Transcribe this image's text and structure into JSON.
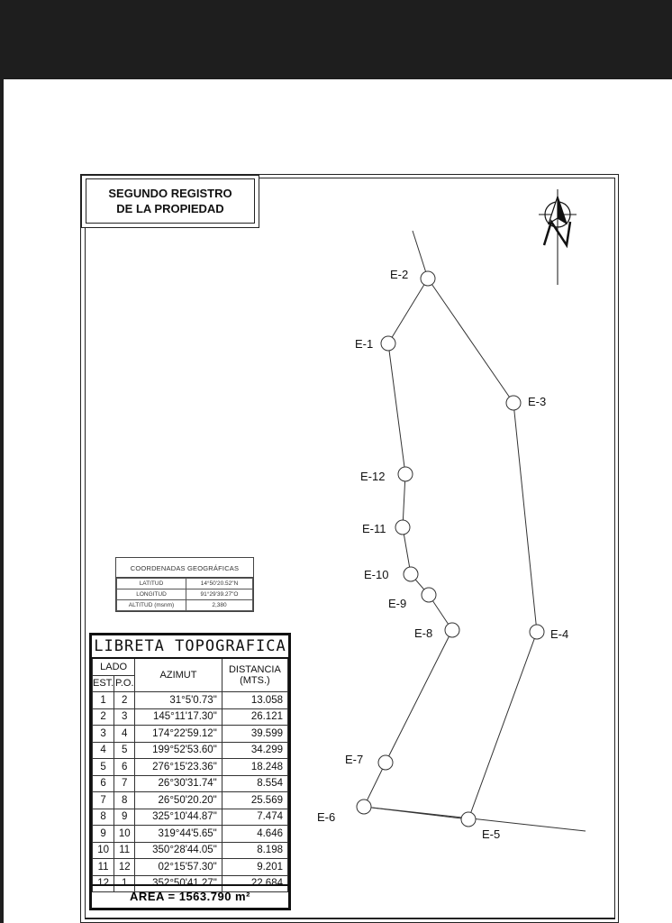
{
  "title": {
    "line1": "SEGUNDO REGISTRO",
    "line2": "DE  LA PROPIEDAD"
  },
  "coordinates": {
    "header": "COORDENADAS GEOGRÁFICAS",
    "rows": [
      {
        "label": "LATITUD",
        "value": "14°50'20.52\"N"
      },
      {
        "label": "LONGITUD",
        "value": "91°29'39.27\"O"
      },
      {
        "label": "ALTITUD (msnm)",
        "value": "2,380"
      }
    ]
  },
  "libreta": {
    "title": "LIBRETA TOPOGRAFICA",
    "headers": {
      "lado": "LADO",
      "est": "EST.",
      "po": "P.O.",
      "azimut": "AZIMUT",
      "distancia": "DISTANCIA",
      "units": "(MTS.)"
    },
    "rows": [
      {
        "est": "1",
        "po": "2",
        "azimut": "31°5'0.73\"",
        "dist": "13.058"
      },
      {
        "est": "2",
        "po": "3",
        "azimut": "145°11'17.30\"",
        "dist": "26.121"
      },
      {
        "est": "3",
        "po": "4",
        "azimut": "174°22'59.12\"",
        "dist": "39.599"
      },
      {
        "est": "4",
        "po": "5",
        "azimut": "199°52'53.60\"",
        "dist": "34.299"
      },
      {
        "est": "5",
        "po": "6",
        "azimut": "276°15'23.36\"",
        "dist": "18.248"
      },
      {
        "est": "6",
        "po": "7",
        "azimut": "26°30'31.74\"",
        "dist": "8.554"
      },
      {
        "est": "7",
        "po": "8",
        "azimut": "26°50'20.20\"",
        "dist": "25.569"
      },
      {
        "est": "8",
        "po": "9",
        "azimut": "325°10'44.87\"",
        "dist": "7.474"
      },
      {
        "est": "9",
        "po": "10",
        "azimut": "319°44'5.65\"",
        "dist": "4.646"
      },
      {
        "est": "10",
        "po": "11",
        "azimut": "350°28'44.05\"",
        "dist": "8.198"
      },
      {
        "est": "11",
        "po": "12",
        "azimut": "02°15'57.30\"",
        "dist": "9.201"
      },
      {
        "est": "12",
        "po": "1",
        "azimut": "352°50'41.27\"",
        "dist": "22.684"
      }
    ],
    "area": "AREA  =  1563.790  m²"
  },
  "stations": [
    {
      "label": "E-1"
    },
    {
      "label": "E-2"
    },
    {
      "label": "E-3"
    },
    {
      "label": "E-4"
    },
    {
      "label": "E-5"
    },
    {
      "label": "E-6"
    },
    {
      "label": "E-7"
    },
    {
      "label": "E-8"
    },
    {
      "label": "E-9"
    },
    {
      "label": "E-10"
    },
    {
      "label": "E-11"
    },
    {
      "label": "E-12"
    }
  ],
  "north_arrow": {
    "icon": "north-arrow-icon",
    "letter": "N"
  }
}
